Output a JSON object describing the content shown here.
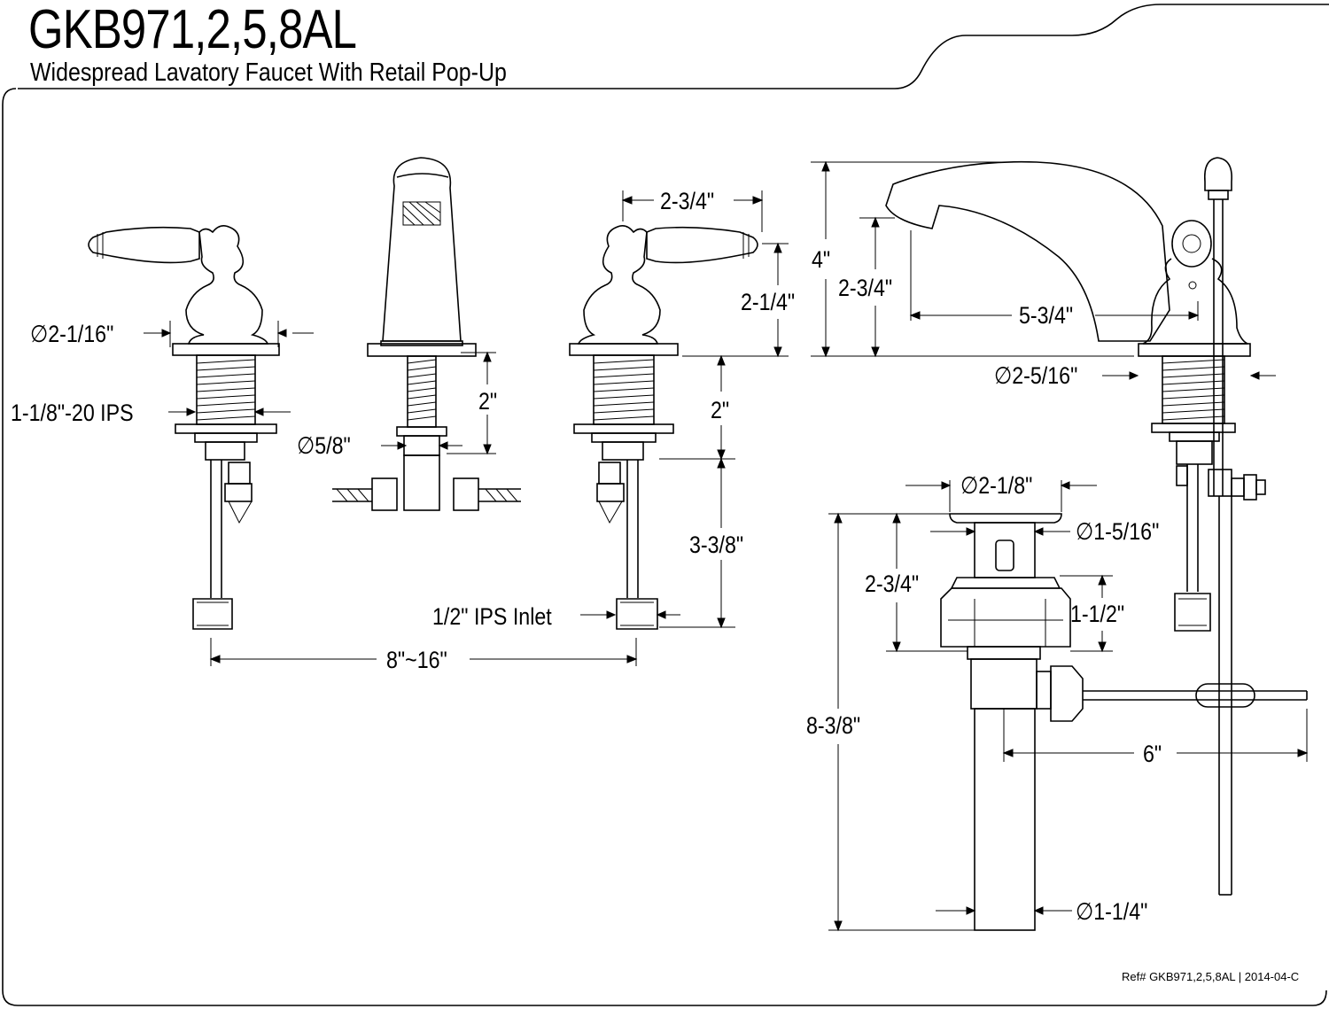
{
  "header": {
    "title": "GKB971,2,5,8AL",
    "subtitle": "Widespread Lavatory Faucet With Retail Pop-Up"
  },
  "dimensions": {
    "handle_base_dia": "∅2-1/16\"",
    "handle_thread": "1-1/8\"-20 IPS",
    "spout_shank_dia": "∅5/8\"",
    "spout_shank_len": "2\"",
    "handle_width": "2-3/4\"",
    "handle_height": "2-1/4\"",
    "handle_shank_len": "2\"",
    "handle_inlet_len": "3-3/8\"",
    "inlet": "1/2\" IPS Inlet",
    "spread": "8\"~16\"",
    "spout_height": "4\"",
    "spout_outlet_height": "2-3/4\"",
    "spout_reach": "5-3/4\"",
    "spout_base_dia": "∅2-5/16\"",
    "drain_flange_dia": "∅2-1/8\"",
    "drain_stopper_dia": "∅1-5/16\"",
    "drain_body_height": "2-3/4\"",
    "drain_nut_height": "1-1/2\"",
    "drain_total_height": "8-3/8\"",
    "lift_rod_len": "6\"",
    "tailpiece_dia": "∅1-1/4\""
  },
  "footer": {
    "ref": "Ref# GKB971,2,5,8AL  |  2014-04-C"
  },
  "colors": {
    "line": "#000000",
    "background": "#ffffff"
  }
}
